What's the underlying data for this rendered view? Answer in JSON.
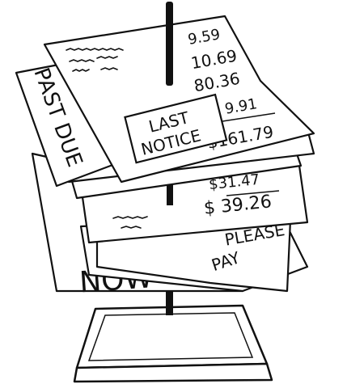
{
  "illustration": {
    "stamp": {
      "line1": "LAST",
      "line2": "NOTICE"
    },
    "past_due": "PAST DUE",
    "now_text": "NOW",
    "pay_text": "PAY",
    "please_text": "PLEASE",
    "amounts": {
      "top_1": "9.59",
      "top_2": "10.69",
      "top_3": "80.36",
      "top_4": "9.91",
      "top_total": "$161.79",
      "mid_1": "$31.47",
      "mid_2": "$ 39.26"
    }
  }
}
